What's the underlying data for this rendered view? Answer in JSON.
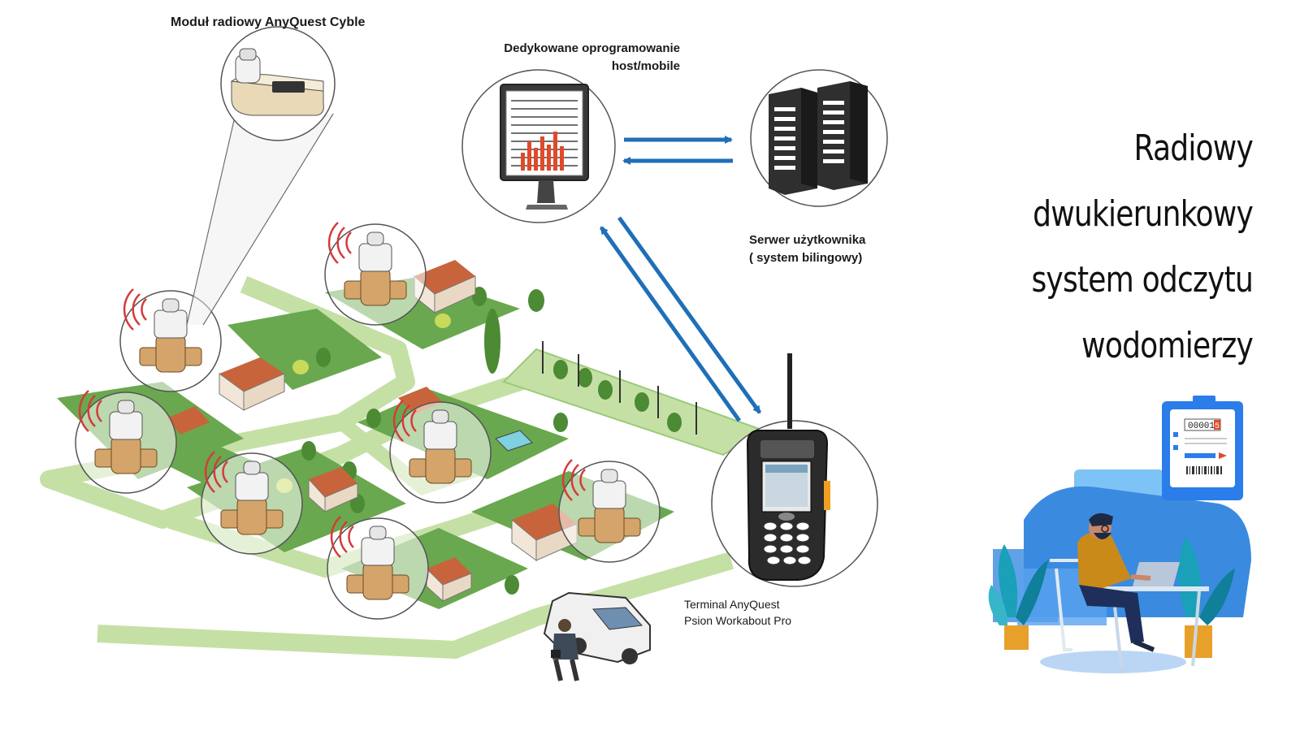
{
  "labels": {
    "cyble_module": "Moduł radiowy AnyQuest Cyble",
    "software_line1": "Dedykowane oprogramowanie",
    "software_line2": "host/mobile",
    "server_line1": "Serwer użytkownika",
    "server_line2": "( system bilingowy)",
    "terminal_line1": "Terminal AnyQuest",
    "terminal_line2": "Psion Workabout Pro"
  },
  "title": {
    "line1": "Radiowy",
    "line2": "dwukierunkowy",
    "line3": "system odczytu",
    "line4": "wodomierzy"
  },
  "meter_display": {
    "digits": "00001",
    "red_digit": "5"
  },
  "colors": {
    "arrow": "#1f6fb8",
    "grass": "#6aa84f",
    "path": "#c5e0a5",
    "roof": "#c8643c",
    "meter_body": "#d4a46a",
    "signal": "#d63a3a",
    "accent_blue": "#2b7de9"
  }
}
